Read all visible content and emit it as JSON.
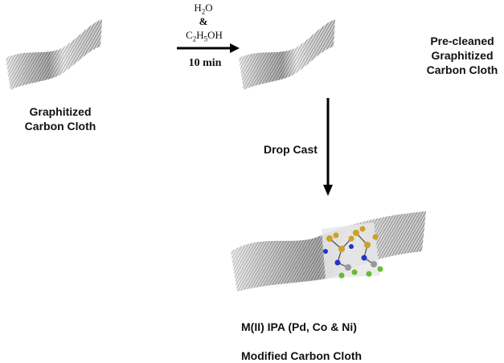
{
  "cloth1": {
    "label_line1": "Graphitized",
    "label_line2": "Carbon Cloth"
  },
  "step1": {
    "reagent1": "H",
    "reagent1_sub": "2",
    "reagent1_tail": "O",
    "amp": "&",
    "reagent2_parts": [
      "C",
      "2",
      "H",
      "5",
      "OH"
    ],
    "time": "10 min"
  },
  "cloth2": {
    "label_line1": "Pre-cleaned",
    "label_line2": "Graphitized",
    "label_line3": "Carbon Cloth"
  },
  "step2": {
    "label": "Drop Cast"
  },
  "cloth3": {
    "label_line1": "M(II) IPA (Pd, Co & Ni)",
    "label_line2": "Modified Carbon Cloth"
  },
  "colors": {
    "cloth_dark": "#3a3a3a",
    "cloth_light": "#d8d8d8",
    "arrow": "#000000",
    "molecule_c": "#c9a227",
    "molecule_n": "#2233cc",
    "molecule_cl": "#66bb33"
  }
}
